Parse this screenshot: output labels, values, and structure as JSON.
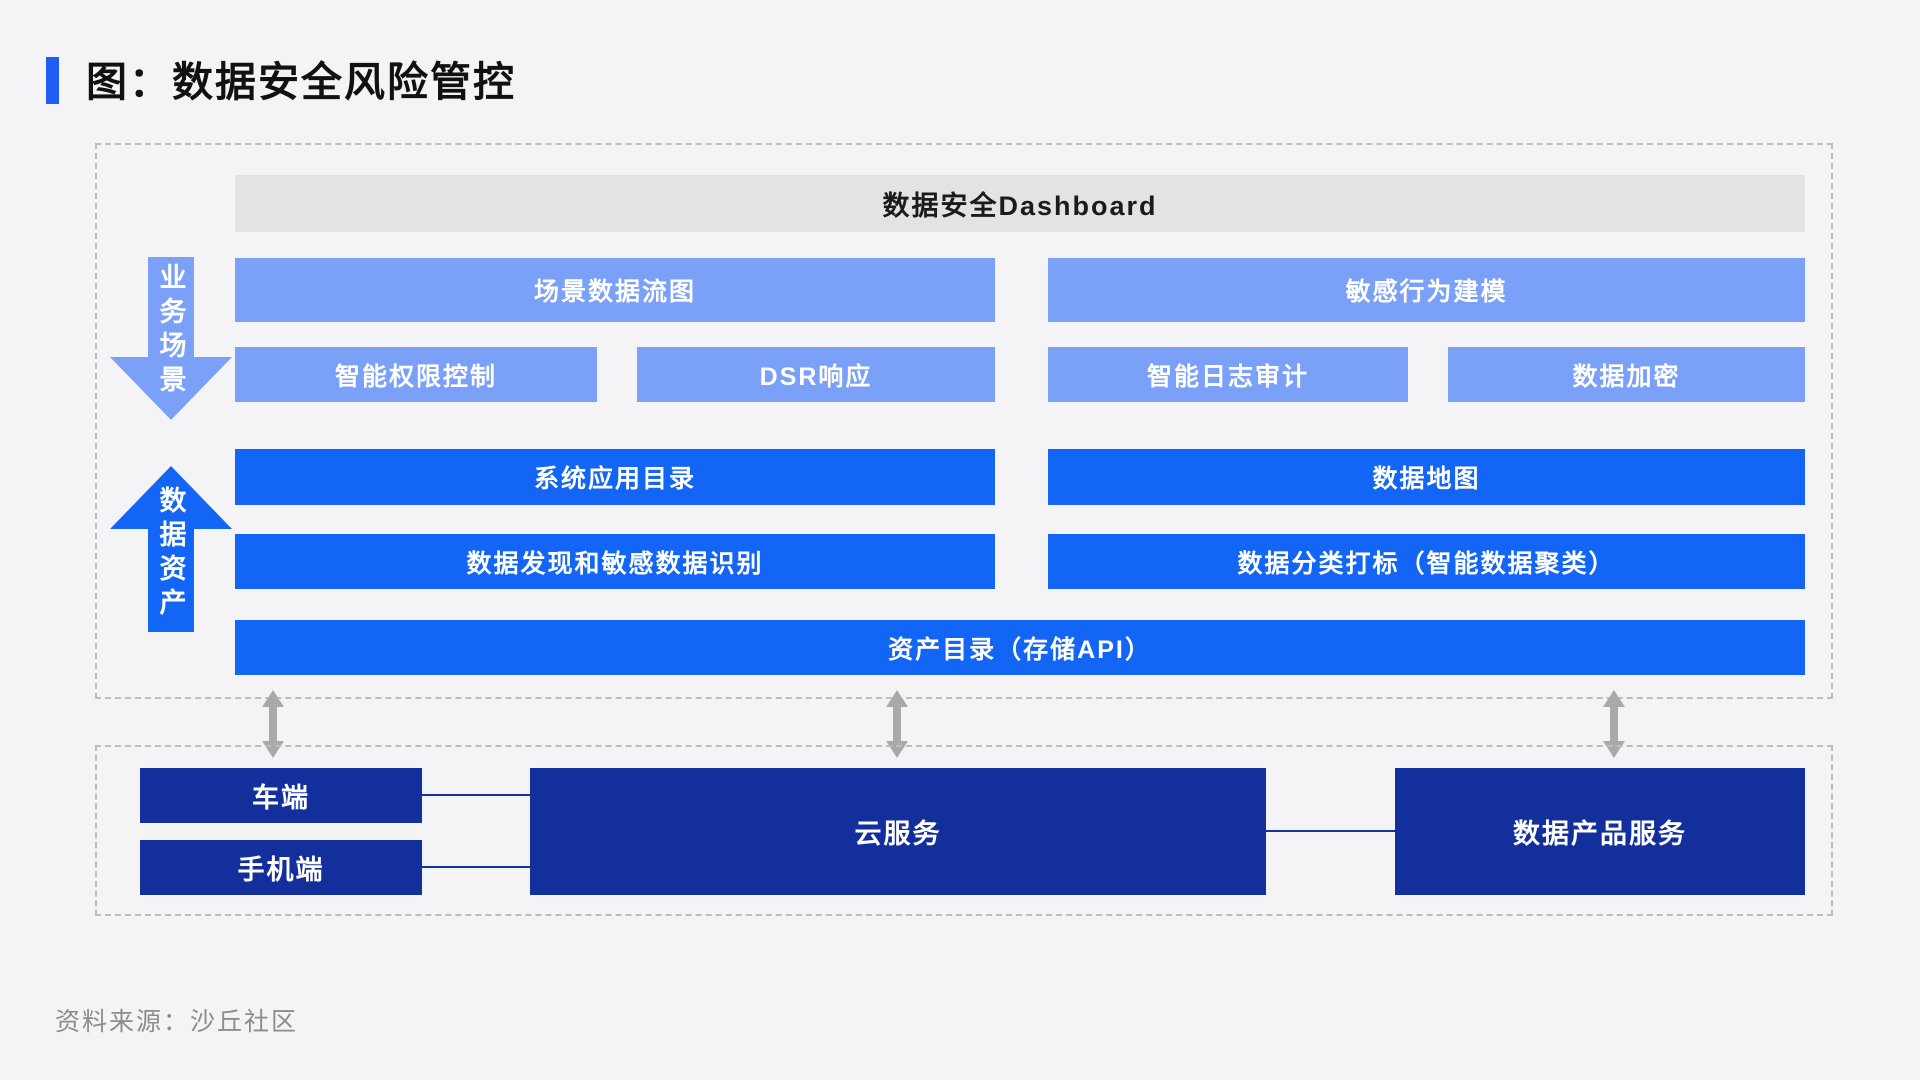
{
  "title": {
    "text": "图：数据安全风险管控"
  },
  "colors": {
    "accent": "#1E5EF7",
    "light_blue": "#7AA0F7",
    "bright_blue": "#1366F5",
    "navy": "#122F9C",
    "header_gray": "#E3E3E3",
    "arrow_gray": "#A9A9AC"
  },
  "dashboard": {
    "header": "数据安全Dashboard",
    "axis": {
      "business": "业务场景",
      "assets": "数据资产"
    },
    "scenario": {
      "row1": [
        "场景数据流图",
        "敏感行为建模"
      ],
      "row2": [
        "智能权限控制",
        "DSR响应",
        "智能日志审计",
        "数据加密"
      ]
    },
    "assets": {
      "row1": [
        "系统应用目录",
        "数据地图"
      ],
      "row2": [
        "数据发现和敏感数据识别",
        "数据分类打标（智能数据聚类）"
      ],
      "row3": "资产目录（存储API）"
    }
  },
  "infrastructure": {
    "endpoints": [
      "车端",
      "手机端"
    ],
    "cloud": "云服务",
    "data_product": "数据产品服务"
  },
  "footer": {
    "source": "资料来源：沙丘社区"
  }
}
